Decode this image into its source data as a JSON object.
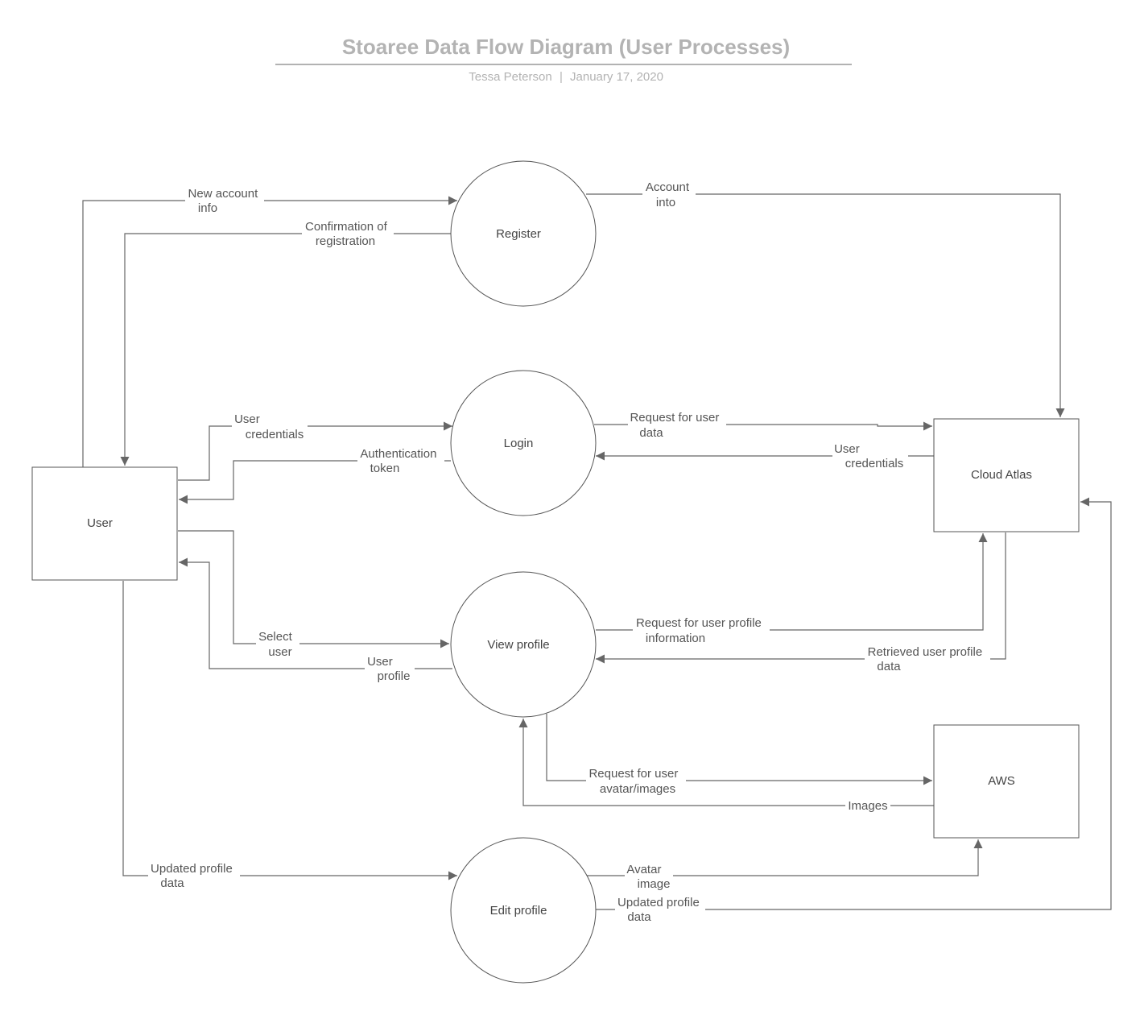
{
  "header": {
    "title": "Stoaree Data Flow Diagram (User Processes)",
    "author": "Tessa Peterson",
    "separator": "|",
    "date": "January 17, 2020"
  },
  "nodes": {
    "user": "User",
    "register": "Register",
    "login": "Login",
    "view_profile": "View profile",
    "edit_profile": "Edit profile",
    "cloud_atlas": "Cloud Atlas",
    "aws": "AWS"
  },
  "flows": {
    "new_account_info": [
      "New account",
      "info"
    ],
    "confirmation_of_registration": [
      "Confirmation of",
      "registration"
    ],
    "account_into": [
      "Account",
      "into"
    ],
    "user_credentials_login": [
      "User",
      "credentials"
    ],
    "authentication_token": [
      "Authentication",
      "token"
    ],
    "request_for_user_data": [
      "Request for user",
      "data"
    ],
    "user_credentials_cloud": [
      "User",
      "credentials"
    ],
    "select_user": [
      "Select",
      "user"
    ],
    "user_profile": [
      "User",
      "profile"
    ],
    "request_for_user_profile_information": [
      "Request for user profile",
      "information"
    ],
    "retrieved_user_profile_data": [
      "Retrieved user profile",
      "data"
    ],
    "request_for_user_avatar_images": [
      "Request for user",
      "avatar/images"
    ],
    "images": [
      "Images"
    ],
    "updated_profile_data_user": [
      "Updated profile",
      "data"
    ],
    "avatar_image": [
      "Avatar",
      "image"
    ],
    "updated_profile_data_cloud": [
      "Updated profile",
      "data"
    ]
  },
  "colors": {
    "title": "#b3b3b3",
    "line": "#666666",
    "text": "#555555"
  }
}
